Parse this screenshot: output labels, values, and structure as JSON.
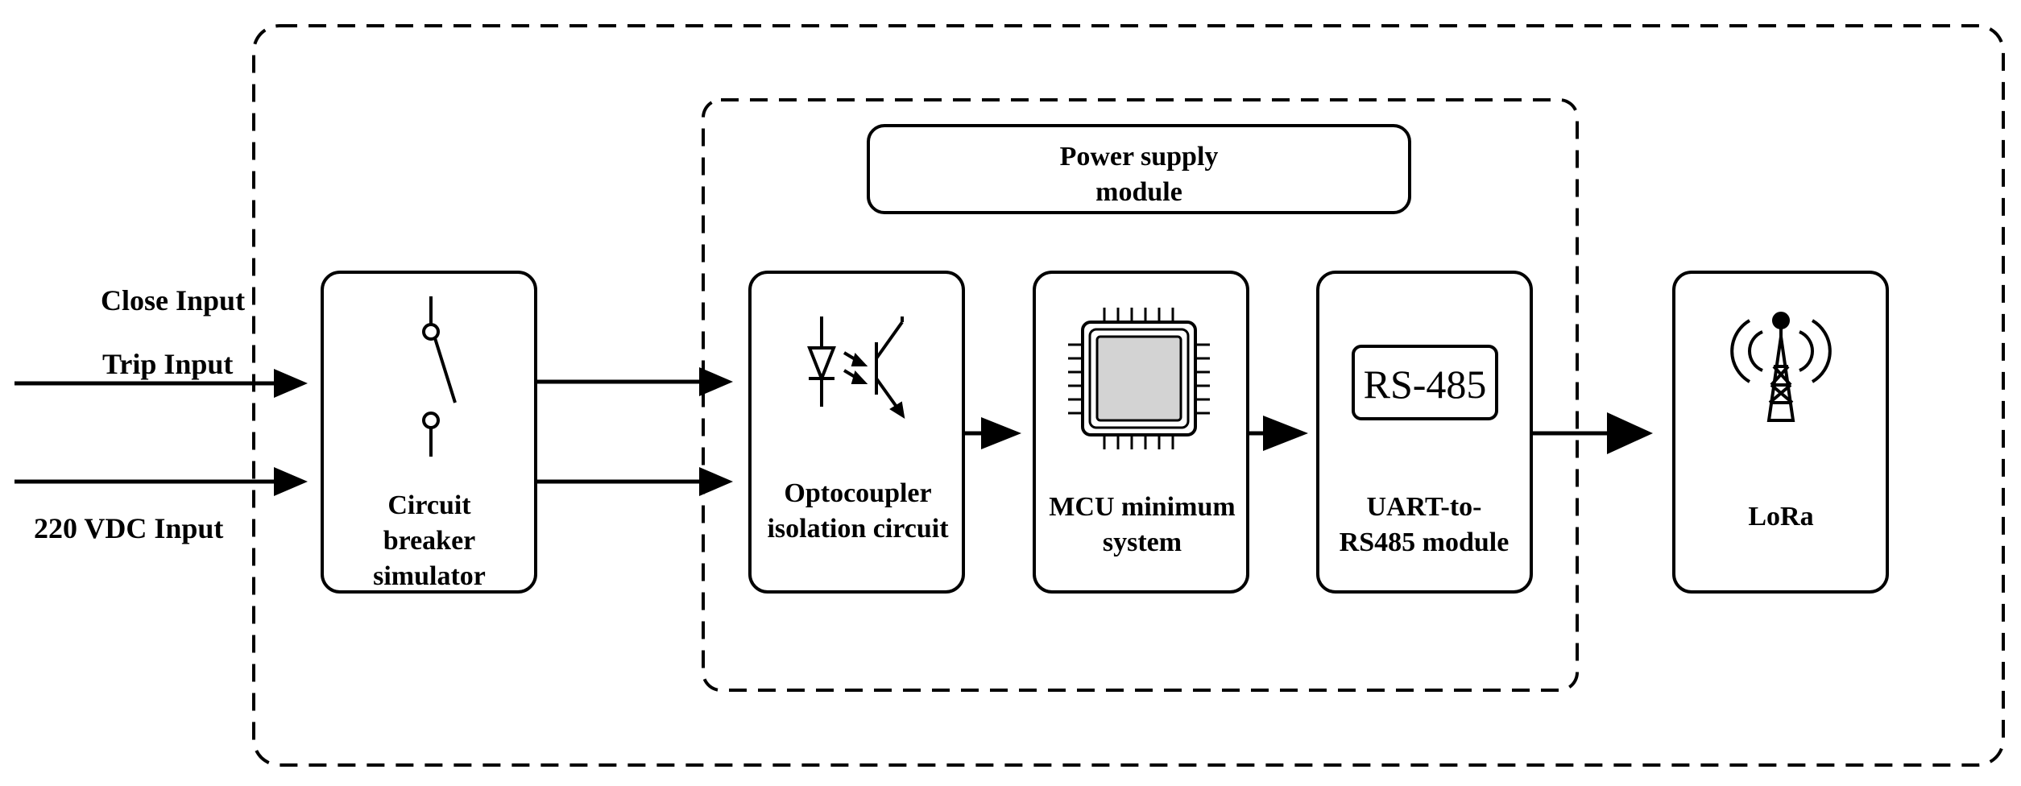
{
  "inputs": {
    "close": "Close Input",
    "trip": "Trip Input",
    "vdc": "220 VDC Input"
  },
  "blocks": {
    "breaker": [
      "Circuit",
      "breaker",
      "simulator"
    ],
    "power": [
      "Power supply",
      "module"
    ],
    "optocoupler": [
      "Optocoupler",
      "isolation circuit"
    ],
    "mcu": [
      "MCU minimum",
      "system"
    ],
    "uart": [
      "UART-to-",
      "RS485 module"
    ],
    "rs485_badge": "RS-485",
    "lora": "LoRa"
  }
}
